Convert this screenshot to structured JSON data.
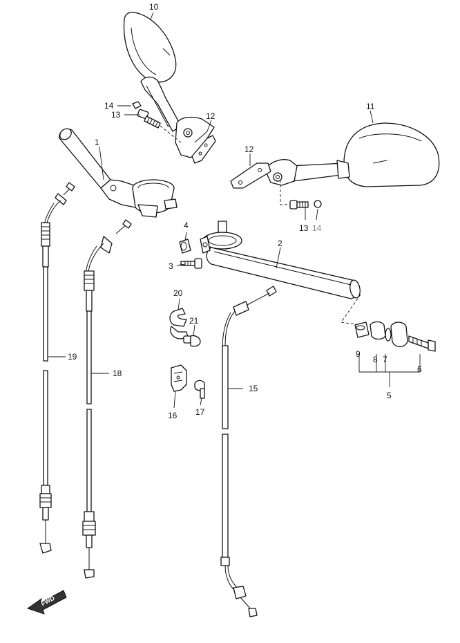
{
  "callouts": {
    "c1": "1",
    "c2": "2",
    "c3": "3",
    "c4": "4",
    "c5": "5",
    "c6": "6",
    "c7": "7",
    "c8": "8",
    "c9": "9",
    "c10": "10",
    "c11": "11",
    "c12a": "12",
    "c12b": "12",
    "c13a": "13",
    "c13b": "13",
    "c14a": "14",
    "c14b": "14",
    "c15": "15",
    "c16": "16",
    "c17": "17",
    "c18": "18",
    "c19": "19",
    "c20": "20",
    "c21": "21"
  },
  "fwd_label": "FWD",
  "colors": {
    "line": "#111111",
    "background": "#ffffff",
    "shade": "#d8d8d8",
    "muted_callout": "#888888"
  }
}
